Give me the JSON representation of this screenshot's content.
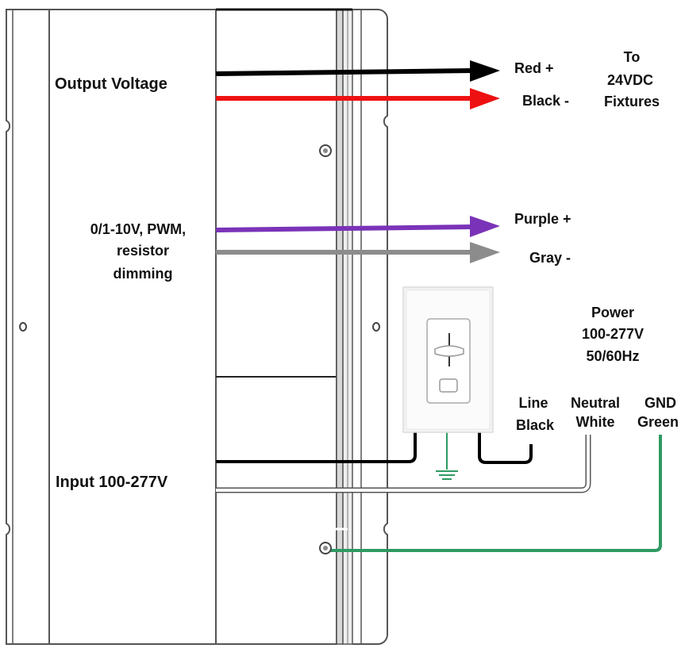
{
  "labels": {
    "output_voltage": "Output Voltage",
    "dimming_line1": "0/1-10V, PWM,",
    "dimming_line2": "resistor",
    "dimming_line3": "dimming",
    "input": "Input 100-277V",
    "red_plus": "Red +",
    "black_minus": "Black -",
    "to_line1": "To",
    "to_line2": "24VDC",
    "to_line3": "Fixtures",
    "purple_plus": "Purple +",
    "gray_minus": "Gray -",
    "power_line1": "Power",
    "power_line2": "100-277V",
    "power_line3": "50/60Hz",
    "line": "Line",
    "black": "Black",
    "neutral": "Neutral",
    "white": "White",
    "gnd": "GND",
    "green": "Green"
  },
  "colors": {
    "red_wire": "#ee1111",
    "black_wire": "#000000",
    "purple_wire": "#7a33b8",
    "gray_wire": "#8c8c8c",
    "green_wire": "#2e9a62",
    "housing_outline": "#555555"
  }
}
